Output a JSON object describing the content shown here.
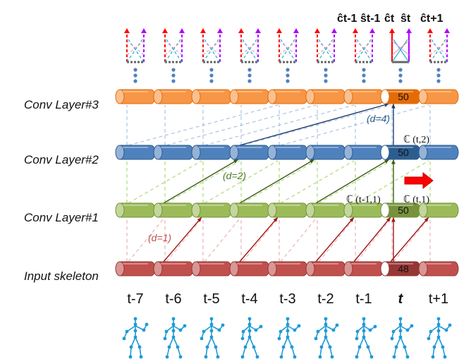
{
  "layers": {
    "conv3": "Conv Layer#3",
    "conv2": "Conv Layer#2",
    "conv1": "Conv Layer#1",
    "input": "Input skeleton"
  },
  "time_steps": [
    "t-7",
    "t-6",
    "t-5",
    "t-4",
    "t-3",
    "t-2",
    "t-1",
    "t",
    "t+1"
  ],
  "dilations": {
    "d1": "(d=1)",
    "d2": "(d=2)",
    "d4": "(d=4)"
  },
  "cylinder_numbers": {
    "conv3": "50",
    "conv2": "50",
    "conv1": "50",
    "input": "48"
  },
  "c_terms": {
    "c_t1_1": "ℂ (t-1,1)",
    "c_t_1": "ℂ (t,1)",
    "c_t_2": "ℂ (t,2)"
  },
  "top_labels": [
    "ĉt-1",
    "ŝt-1",
    "ĉt",
    "ŝt",
    "ĉt+1"
  ],
  "colors": {
    "conv3": "#f79646",
    "conv2": "#4f81bd",
    "conv1": "#9bbb59",
    "input": "#c0504d",
    "conv3_dark": "#e36c09",
    "conv2_dark": "#2c5d8f",
    "conv1_dark": "#76923c",
    "input_dark": "#953735",
    "highlight_arrow": "#ff0000",
    "skeleton": "#1e9ad6",
    "out_red": "#ff0000",
    "out_purple": "#b000ff",
    "out_cyan": "#27b5d6"
  }
}
